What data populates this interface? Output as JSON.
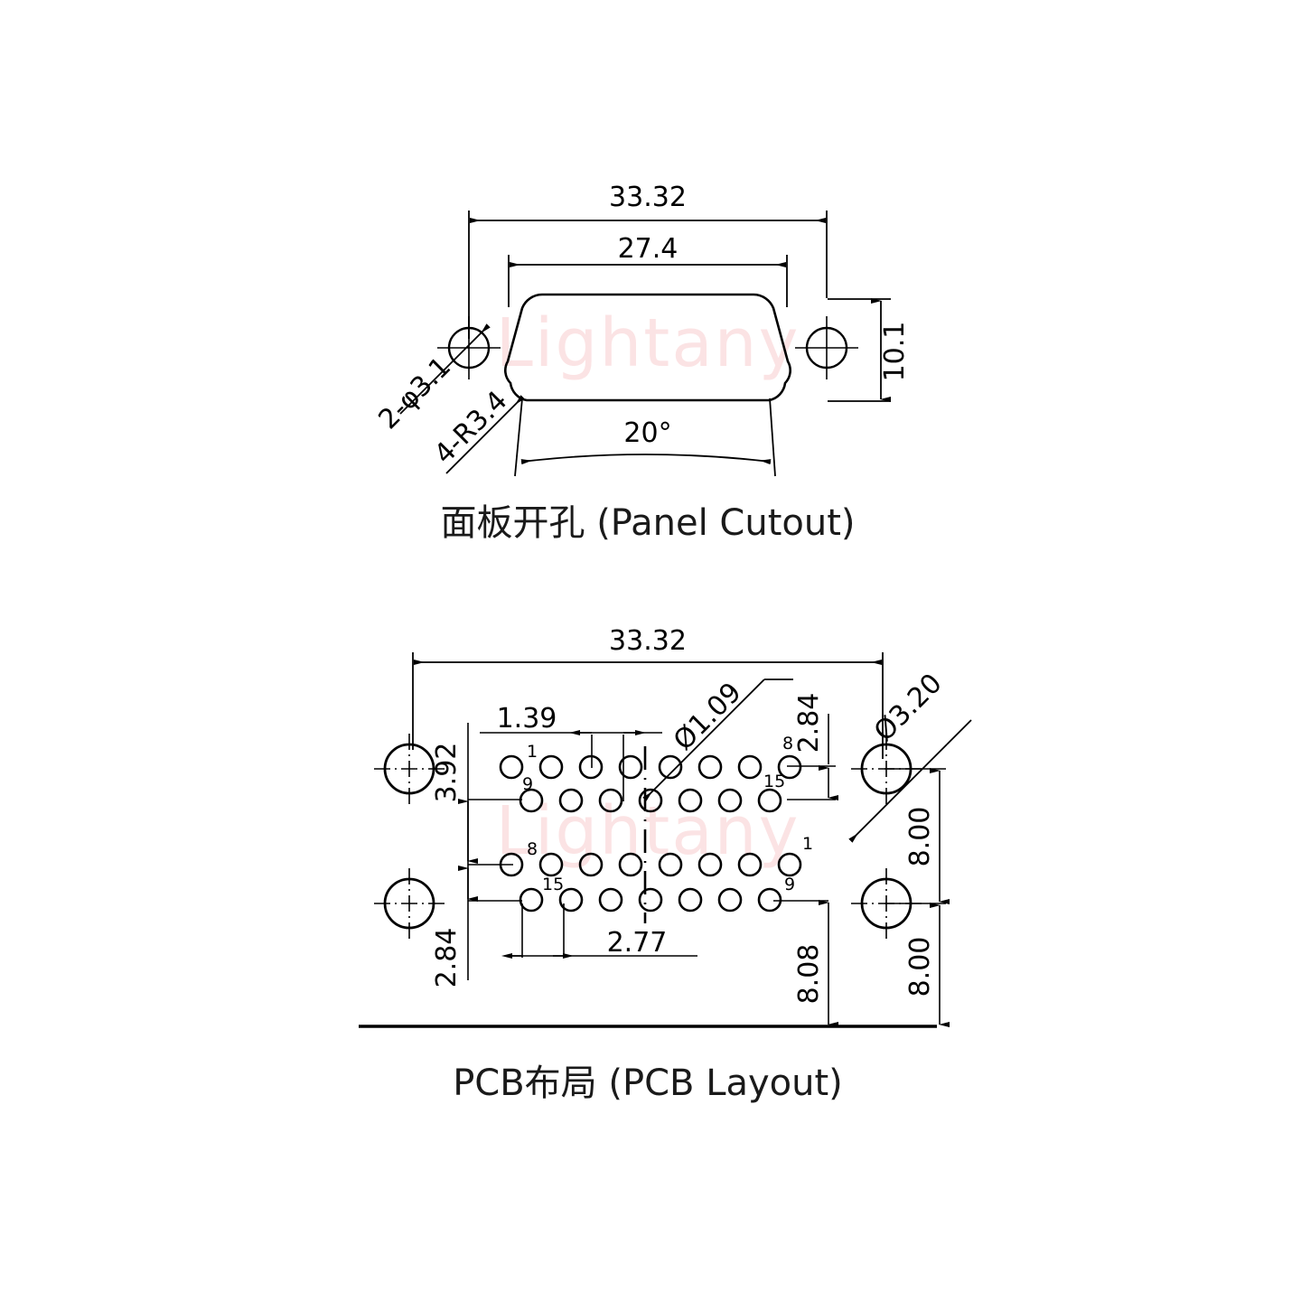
{
  "drawing": {
    "title_note": "D-Sub 15-pin dual-row connector drawing",
    "line_color": "#000000",
    "watermark_color": "#fbe3e4",
    "watermark_text": "Lightany"
  },
  "panel_cutout": {
    "caption": "面板开孔 (Panel Cutout)",
    "dimensions": {
      "overall_width": "33.32",
      "cutout_width": "27.4",
      "cutout_height": "10.1",
      "mount_holes": "2-φ3.1",
      "corner_radius": "4-R3.4",
      "side_angle": "20°"
    }
  },
  "pcb_layout": {
    "caption": "PCB布局 (PCB Layout)",
    "dimensions": {
      "overall_width": "33.32",
      "pitch_x_top": "1.39",
      "pitch_x_bottom": "2.77",
      "row_offset_top": "3.92",
      "row_offset_bottom": "2.84",
      "row_gap_right": "2.84",
      "pin_hole_dia": "Ø1.09",
      "mount_hole_dia": "Ø3.20",
      "mount_to_edge_1": "8.00",
      "mount_to_edge_2": "8.00",
      "pin_to_edge": "8.08"
    },
    "pin_labels": {
      "row1_start": "1",
      "row1_end": "8",
      "row2_start": "9",
      "row2_end": "15",
      "row3_start": "8",
      "row3_end": "1",
      "row4_start": "15",
      "row4_end": "9"
    },
    "hole_counts": {
      "row1": 8,
      "row2": 7,
      "row3": 8,
      "row4": 7,
      "mount_holes": 4
    }
  }
}
